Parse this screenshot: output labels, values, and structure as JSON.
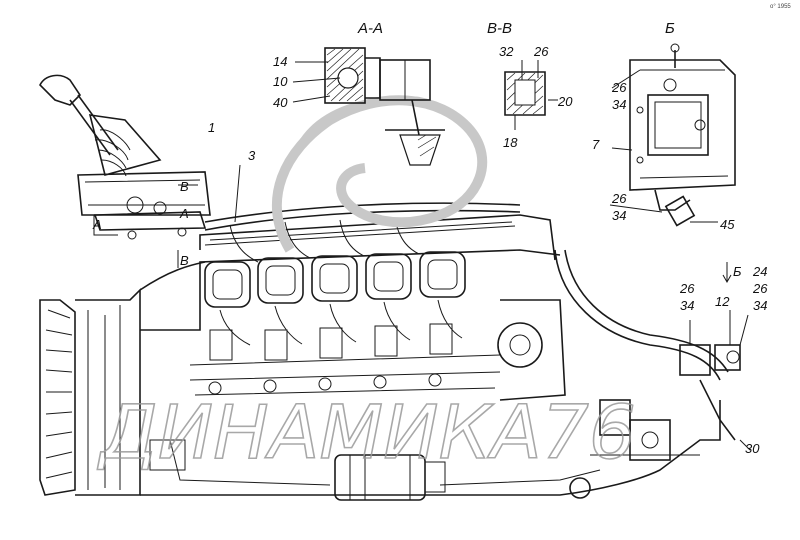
{
  "corner_id": "o° 1955",
  "watermark": "ДИНАМИКА76",
  "sections": {
    "aa": "A-A",
    "bb": "B-B",
    "b": "Б"
  },
  "callouts": [
    {
      "id": "c1",
      "text": "1"
    },
    {
      "id": "c3",
      "text": "3"
    },
    {
      "id": "c14",
      "text": "14"
    },
    {
      "id": "c10",
      "text": "10"
    },
    {
      "id": "c40",
      "text": "40"
    },
    {
      "id": "c32",
      "text": "32"
    },
    {
      "id": "c26a",
      "text": "26"
    },
    {
      "id": "c20",
      "text": "20"
    },
    {
      "id": "c18",
      "text": "18"
    },
    {
      "id": "c26b",
      "text": "26"
    },
    {
      "id": "c34a",
      "text": "34"
    },
    {
      "id": "c7",
      "text": "7"
    },
    {
      "id": "c26c",
      "text": "26"
    },
    {
      "id": "c34b",
      "text": "34"
    },
    {
      "id": "c45",
      "text": "45"
    },
    {
      "id": "cB1",
      "text": "B"
    },
    {
      "id": "cA1",
      "text": "A"
    },
    {
      "id": "cA2",
      "text": "A"
    },
    {
      "id": "cB2",
      "text": "B"
    },
    {
      "id": "cBarrow",
      "text": "Б"
    },
    {
      "id": "c24",
      "text": "24"
    },
    {
      "id": "c26d",
      "text": "26"
    },
    {
      "id": "c34c",
      "text": "34"
    },
    {
      "id": "c26e",
      "text": "26"
    },
    {
      "id": "c34d",
      "text": "34"
    },
    {
      "id": "c12",
      "text": "12"
    },
    {
      "id": "c30",
      "text": "30"
    }
  ]
}
